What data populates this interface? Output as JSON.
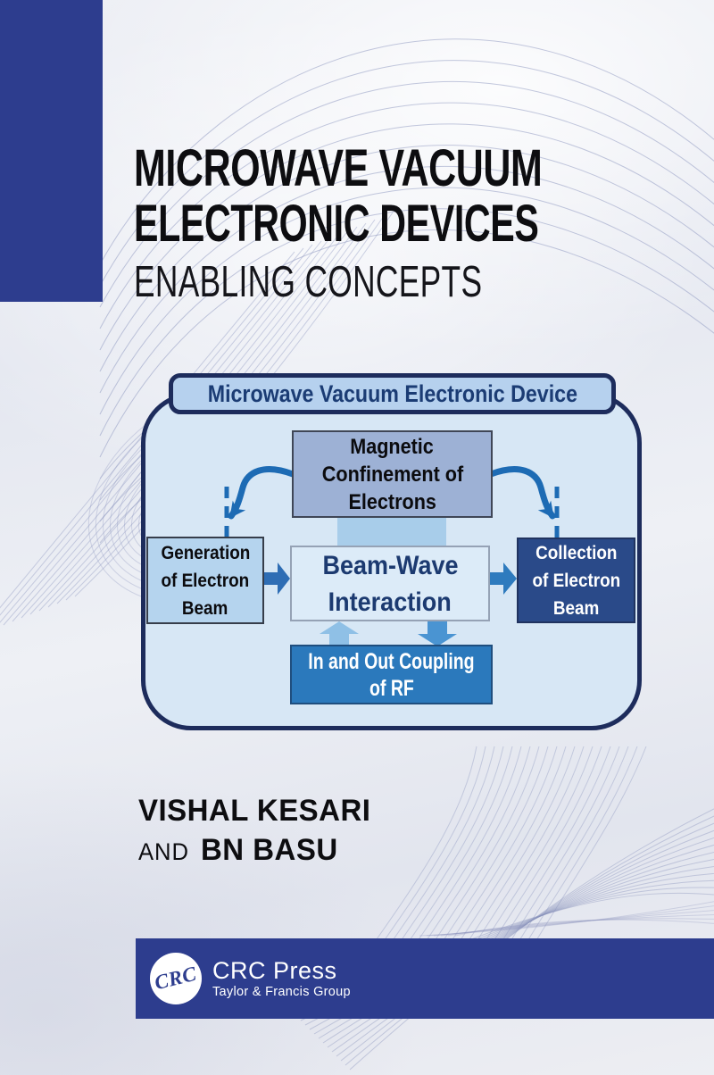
{
  "cover": {
    "title_line1": "MICROWAVE VACUUM",
    "title_line2": "ELECTRONIC DEVICES",
    "subtitle": "ENABLING CONCEPTS",
    "authors": {
      "name1": "VISHAL KESARI",
      "conjunction": "AND",
      "name2": "BN BASU"
    }
  },
  "diagram": {
    "header": "Microwave Vacuum Electronic Device",
    "magnetic": {
      "lines": [
        "Magnetic",
        "Confinement of",
        "Electrons"
      ]
    },
    "generation": {
      "lines": [
        "Generation",
        "of Electron",
        "Beam"
      ]
    },
    "beamwave": {
      "lines": [
        "Beam-Wave",
        "Interaction"
      ]
    },
    "collection": {
      "lines": [
        "Collection",
        "of Electron",
        "Beam"
      ]
    },
    "coupling": {
      "lines": [
        "In and Out Coupling",
        "of RF"
      ]
    }
  },
  "publisher": {
    "logo": "CRC",
    "name": "CRC Press",
    "tagline": "Taylor & Francis Group"
  },
  "colors": {
    "brand_navy": "#2d3d8e",
    "title_ink": "#0d0d10",
    "diagram_border": "#1d2c5c",
    "diagram_fill": "#d7e7f5",
    "header_fill": "#b6d1ee",
    "header_text": "#1b3c74",
    "magnetic_fill": "#9db1d5",
    "connector_fill": "#a8cdea",
    "light_box_fill": "#b5d4ee",
    "beamwave_fill": "#dcebf8",
    "collection_fill": "#2a4a89",
    "coupling_fill": "#2b79bc",
    "arrow_blue": "#2e6db4",
    "arrow_blue_right": "#2e7bbe",
    "up_arrow": "#8fc0e6",
    "down_arrow": "#4a94d2",
    "curve_blue": "#1d6bb4",
    "wave_line": "#8a93bd"
  }
}
